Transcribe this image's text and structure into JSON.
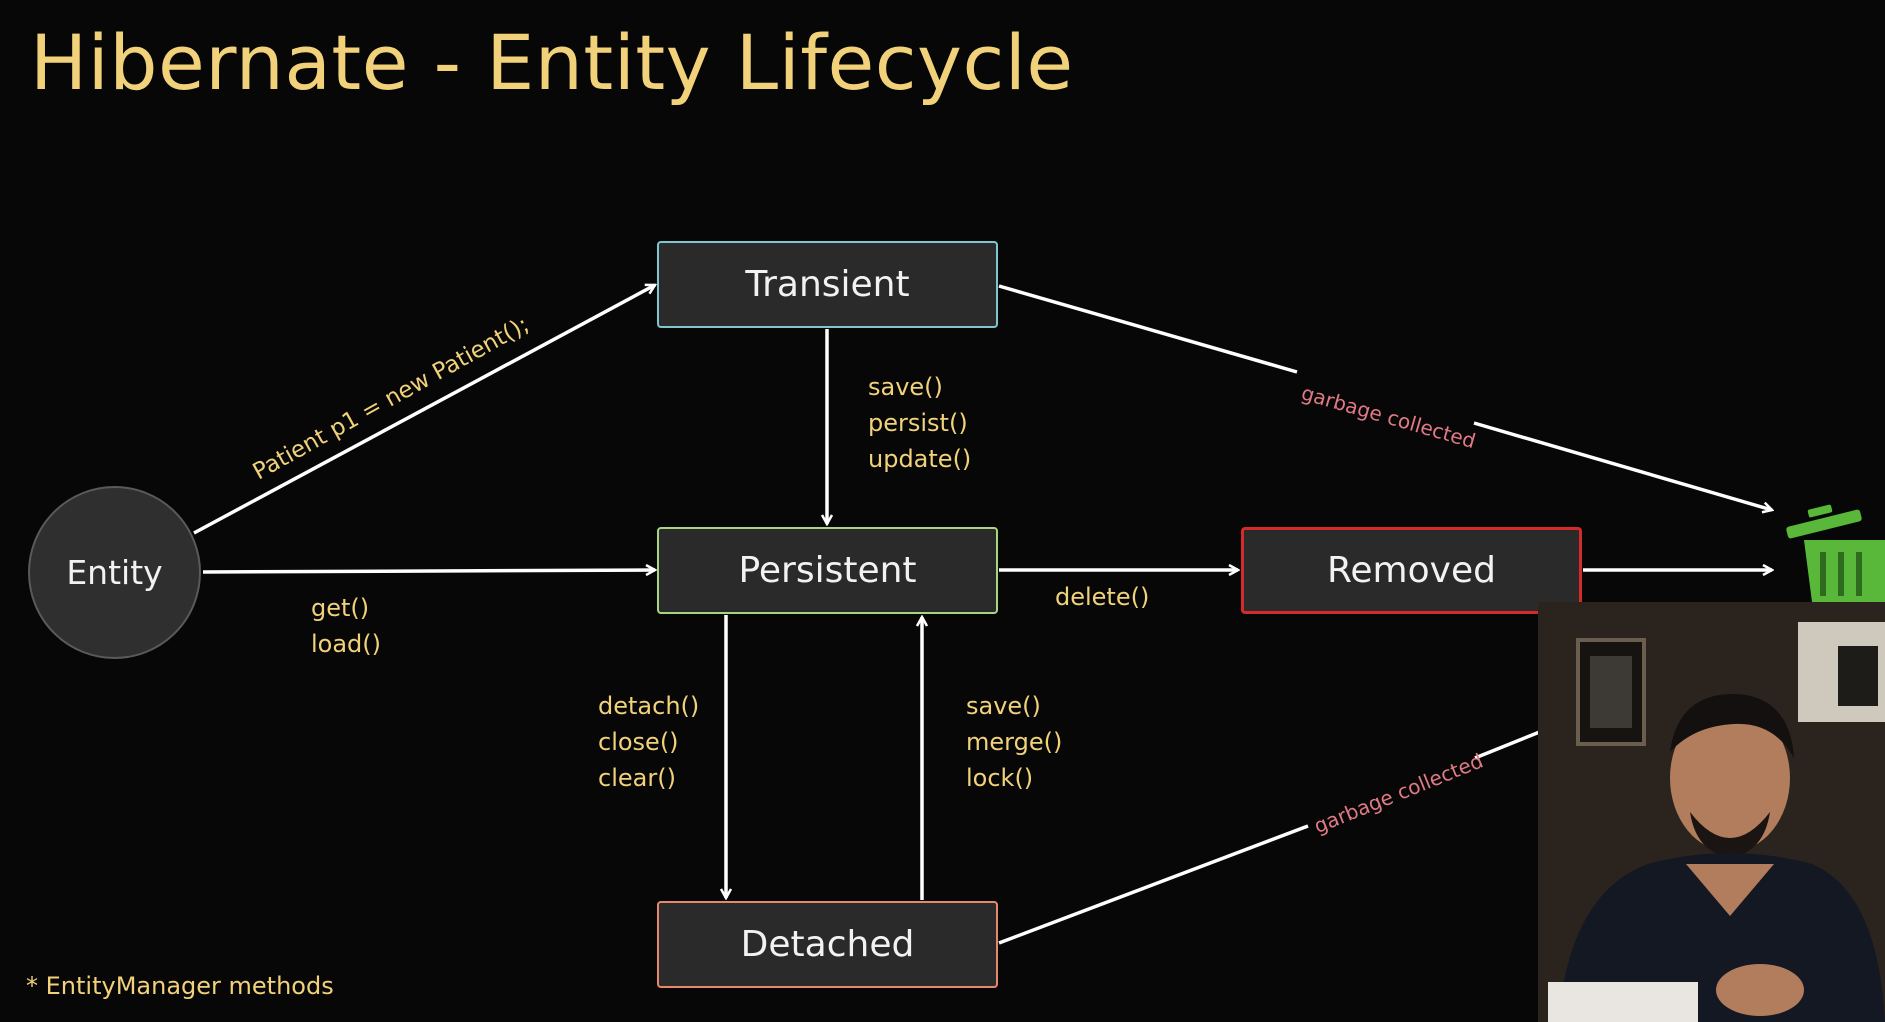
{
  "title": "Hibernate - Entity Lifecycle",
  "nodes": {
    "entity": "Entity",
    "transient": "Transient",
    "persistent": "Persistent",
    "removed": "Removed",
    "detached": "Detached"
  },
  "edge_labels": {
    "new_patient": "Patient p1 = new Patient();",
    "get_load": [
      "get()",
      "load()"
    ],
    "transient_to_persistent": [
      "save()",
      "persist()",
      "update()"
    ],
    "delete": "delete()",
    "persistent_to_detached": [
      "detach()",
      "close()",
      "clear()"
    ],
    "detached_to_persistent": [
      "save()",
      "merge()",
      "lock()"
    ],
    "garbage_collected_top": "garbage collected",
    "garbage_collected_bottom": "garbage collected"
  },
  "footnote": "* EntityManager methods",
  "colors": {
    "title": "#f1d27a",
    "transient_border": "#7fc6d0",
    "persistent_border": "#a8d57f",
    "removed_border": "#d62a2a",
    "detached_border": "#e8886a",
    "trash_icon": "#59b83a"
  },
  "icons": [
    "trash-icon"
  ]
}
